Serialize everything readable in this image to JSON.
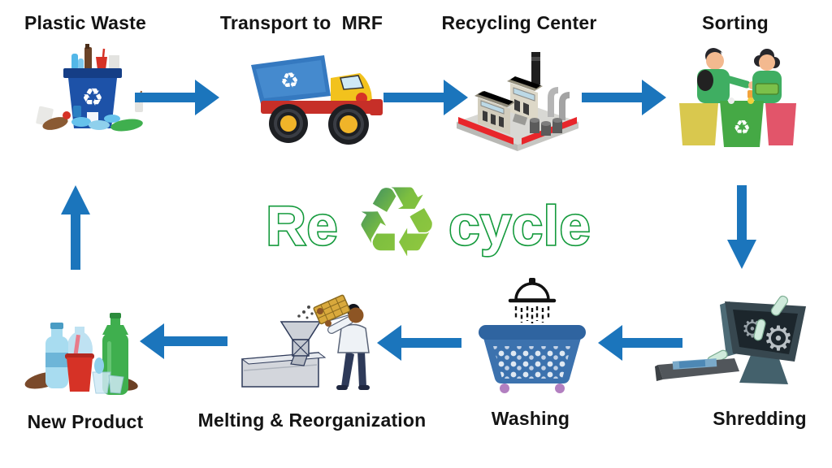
{
  "logo": {
    "prefix": "Re",
    "suffix": "cycle",
    "symbol_glyph": "♻",
    "symbol_name": "recycle-symbol"
  },
  "steps": [
    {
      "id": "plastic-waste",
      "label": "Plastic Waste"
    },
    {
      "id": "transport-to-mrf",
      "label": "Transport to  MRF"
    },
    {
      "id": "recycling-center",
      "label": "Recycling Center"
    },
    {
      "id": "sorting",
      "label": "Sorting"
    },
    {
      "id": "shredding",
      "label": "Shredding"
    },
    {
      "id": "washing",
      "label": "Washing"
    },
    {
      "id": "melting-reorganization",
      "label": "Melting & Reorganization"
    },
    {
      "id": "new-product",
      "label": "New Product"
    }
  ],
  "flow": {
    "type": "cycle",
    "order": [
      "plastic-waste",
      "transport-to-mrf",
      "recycling-center",
      "sorting",
      "shredding",
      "washing",
      "melting-reorganization",
      "new-product",
      "plastic-waste"
    ]
  },
  "colors": {
    "arrow": "#1b75bc",
    "logo_green": "#149a3c",
    "label_text": "#141414",
    "background": "#ffffff"
  }
}
